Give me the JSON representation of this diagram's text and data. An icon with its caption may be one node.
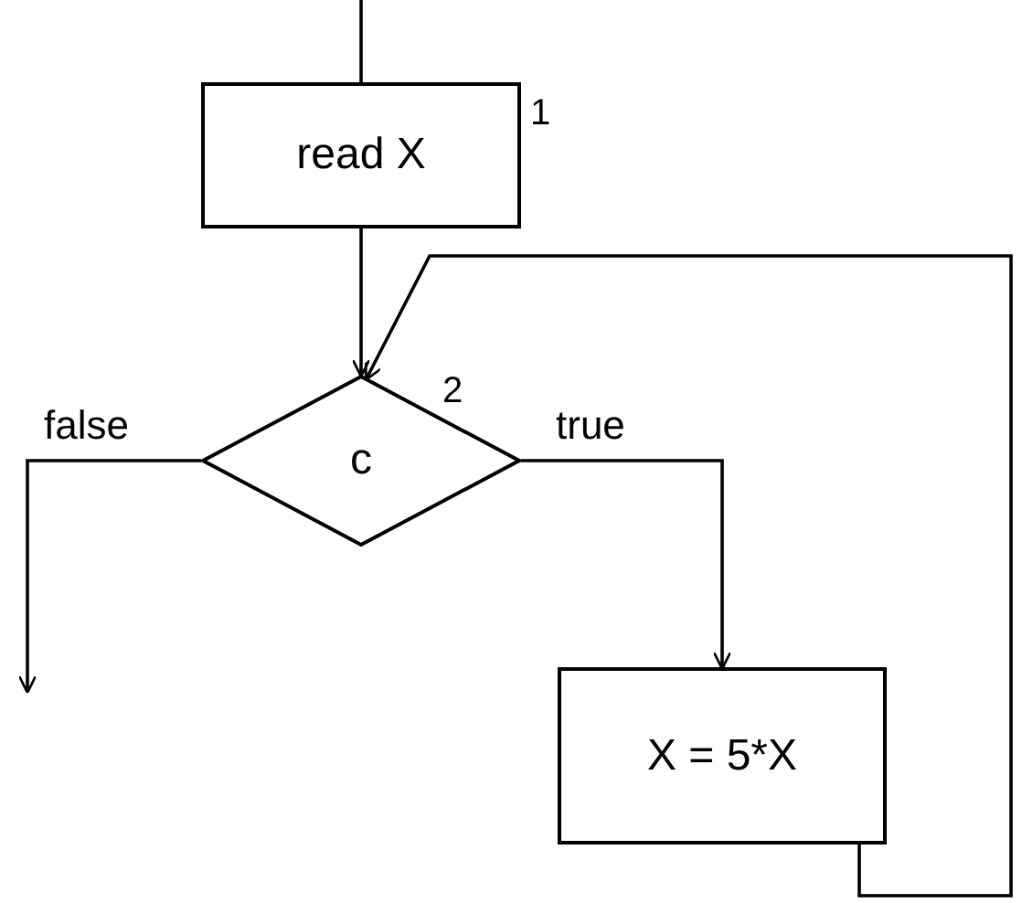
{
  "diagram": {
    "nodes": [
      {
        "text": [
          "read X"
        ],
        "beside": [
          "1"
        ]
      },
      {
        "text": [
          "c"
        ],
        "beside": [
          "2"
        ]
      },
      {
        "text": [
          "X = 5*X"
        ]
      }
    ],
    "edges": [
      {
        "from": null,
        "to": 0,
        "arrow": "none"
      },
      {
        "from": 0,
        "to": 1,
        "arrow": "to"
      },
      {
        "from": 1,
        "to": null,
        "arrow": "to",
        "label": "false"
      },
      {
        "from": 1,
        "to": 2,
        "arrow": "to",
        "label": "true"
      },
      {
        "from": 2,
        "to": 1,
        "arrow": "to"
      }
    ]
  }
}
